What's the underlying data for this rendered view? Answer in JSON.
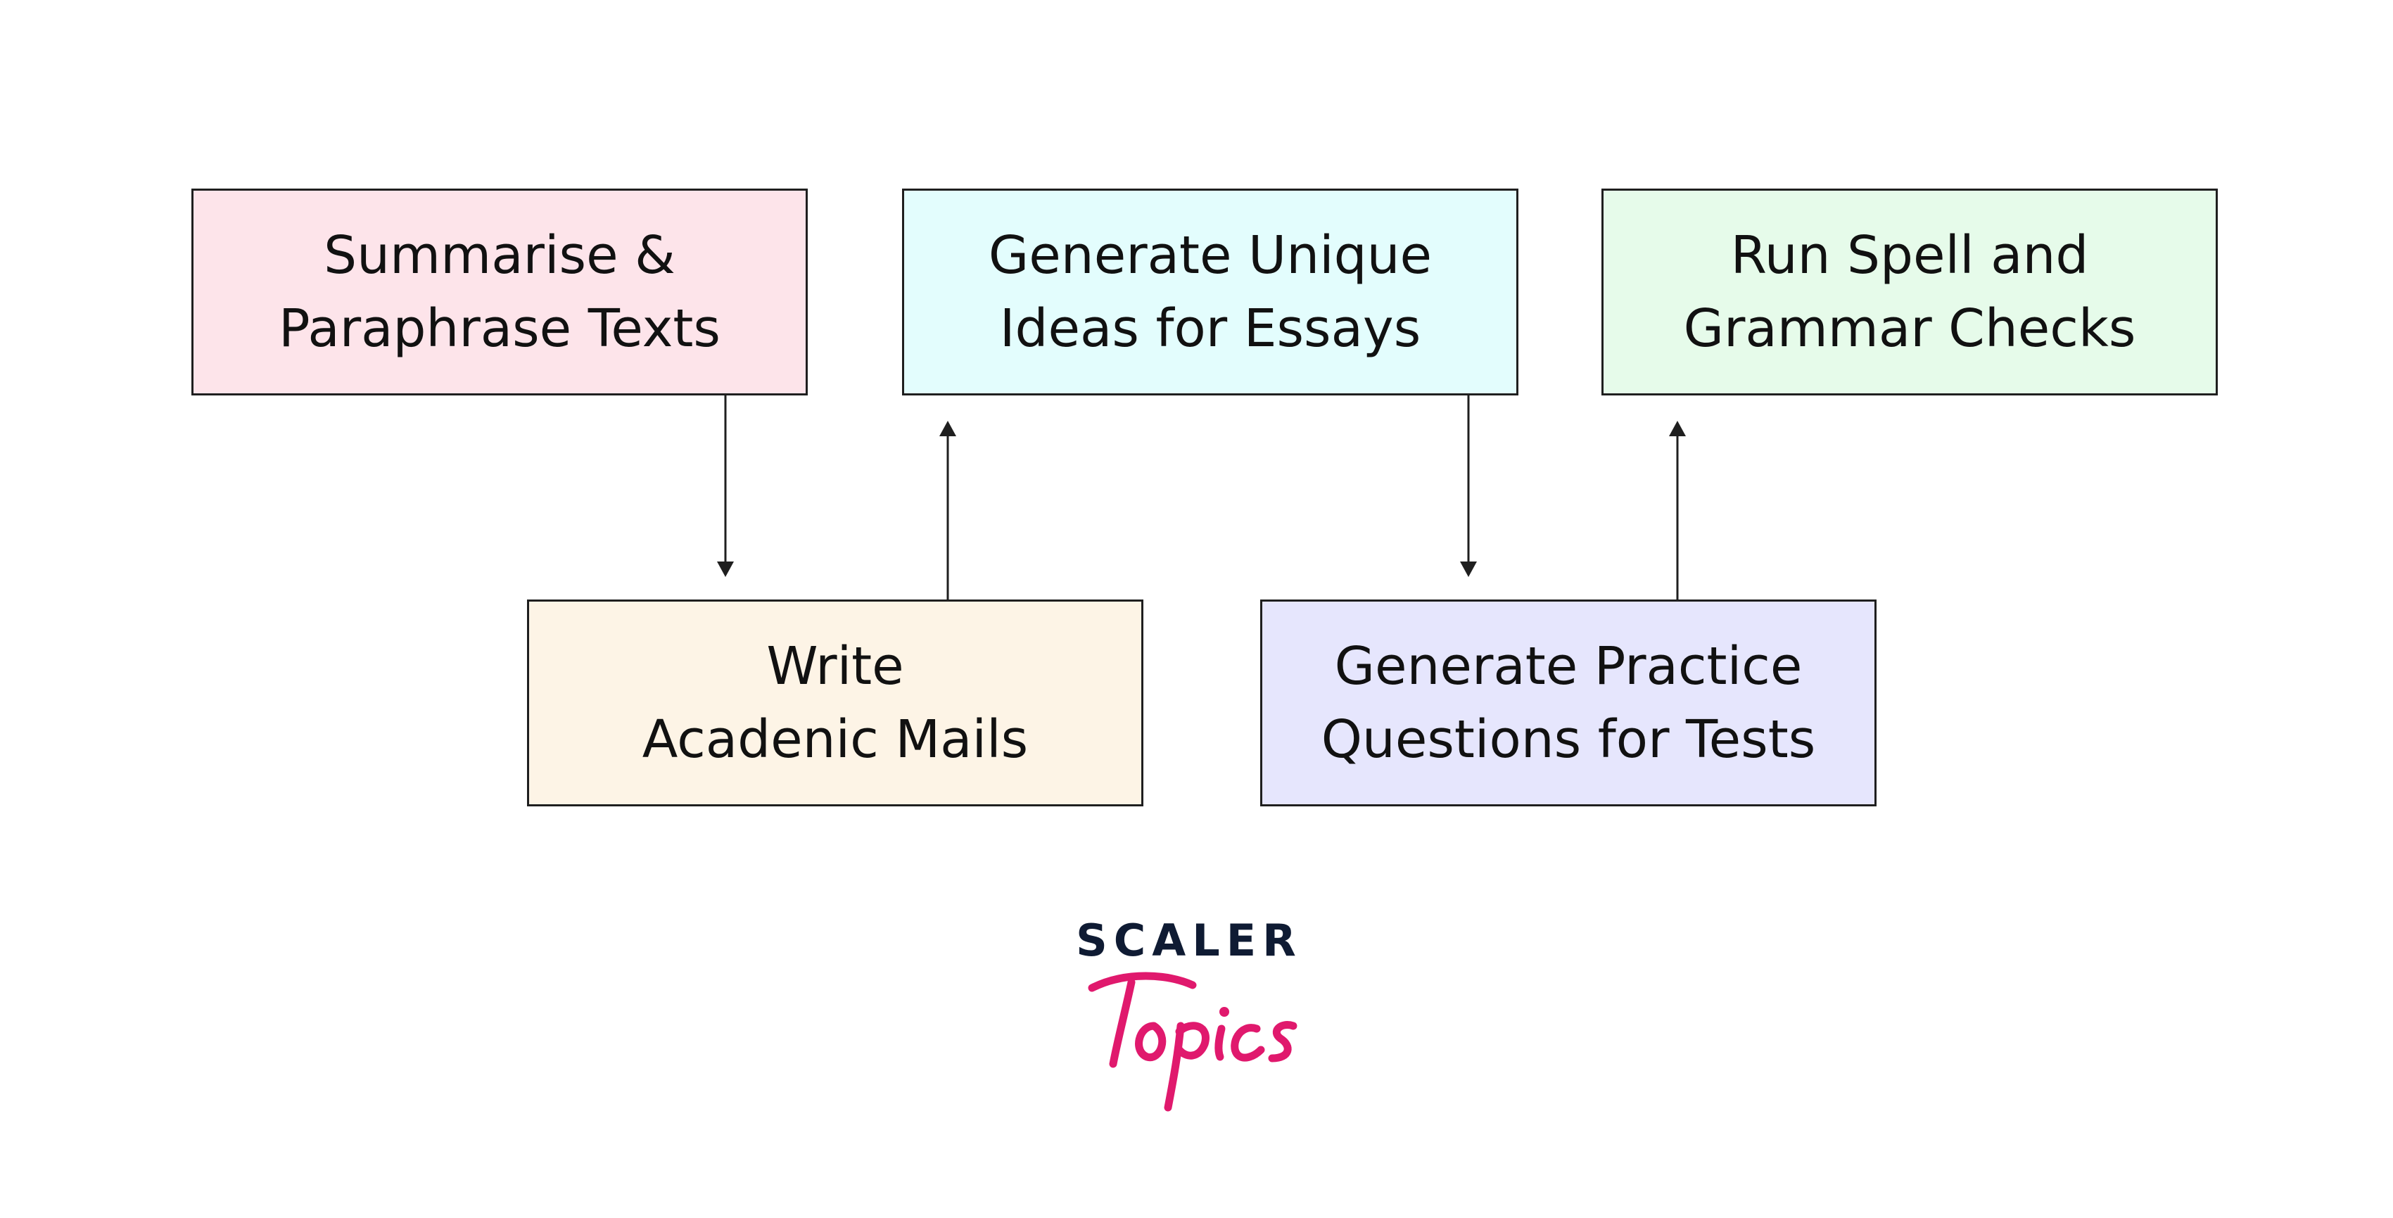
{
  "boxes": {
    "summarise": {
      "line1": "Summarise &",
      "line2": "Paraphrase Texts",
      "fill": "#fde4ea"
    },
    "ideas": {
      "line1": "Generate Unique",
      "line2": "Ideas for Essays",
      "fill": "#e3fdfd"
    },
    "spell": {
      "line1": "Run Spell and",
      "line2": "Grammar Checks",
      "fill": "#e6fbea"
    },
    "mails": {
      "line1": "Write",
      "line2": "Acadenic Mails",
      "fill": "#fdf4e6"
    },
    "practice": {
      "line1": "Generate Practice",
      "line2": "Questions for Tests",
      "fill": "#e6e6fd"
    }
  },
  "connectors": [
    {
      "from": "summarise",
      "to": "mails"
    },
    {
      "from": "mails",
      "to": "ideas"
    },
    {
      "from": "ideas",
      "to": "practice"
    },
    {
      "from": "practice",
      "to": "spell"
    }
  ],
  "logo": {
    "word": "SCALER",
    "script": "Topics",
    "word_color": "#0f1b33",
    "script_color": "#e0196d"
  }
}
